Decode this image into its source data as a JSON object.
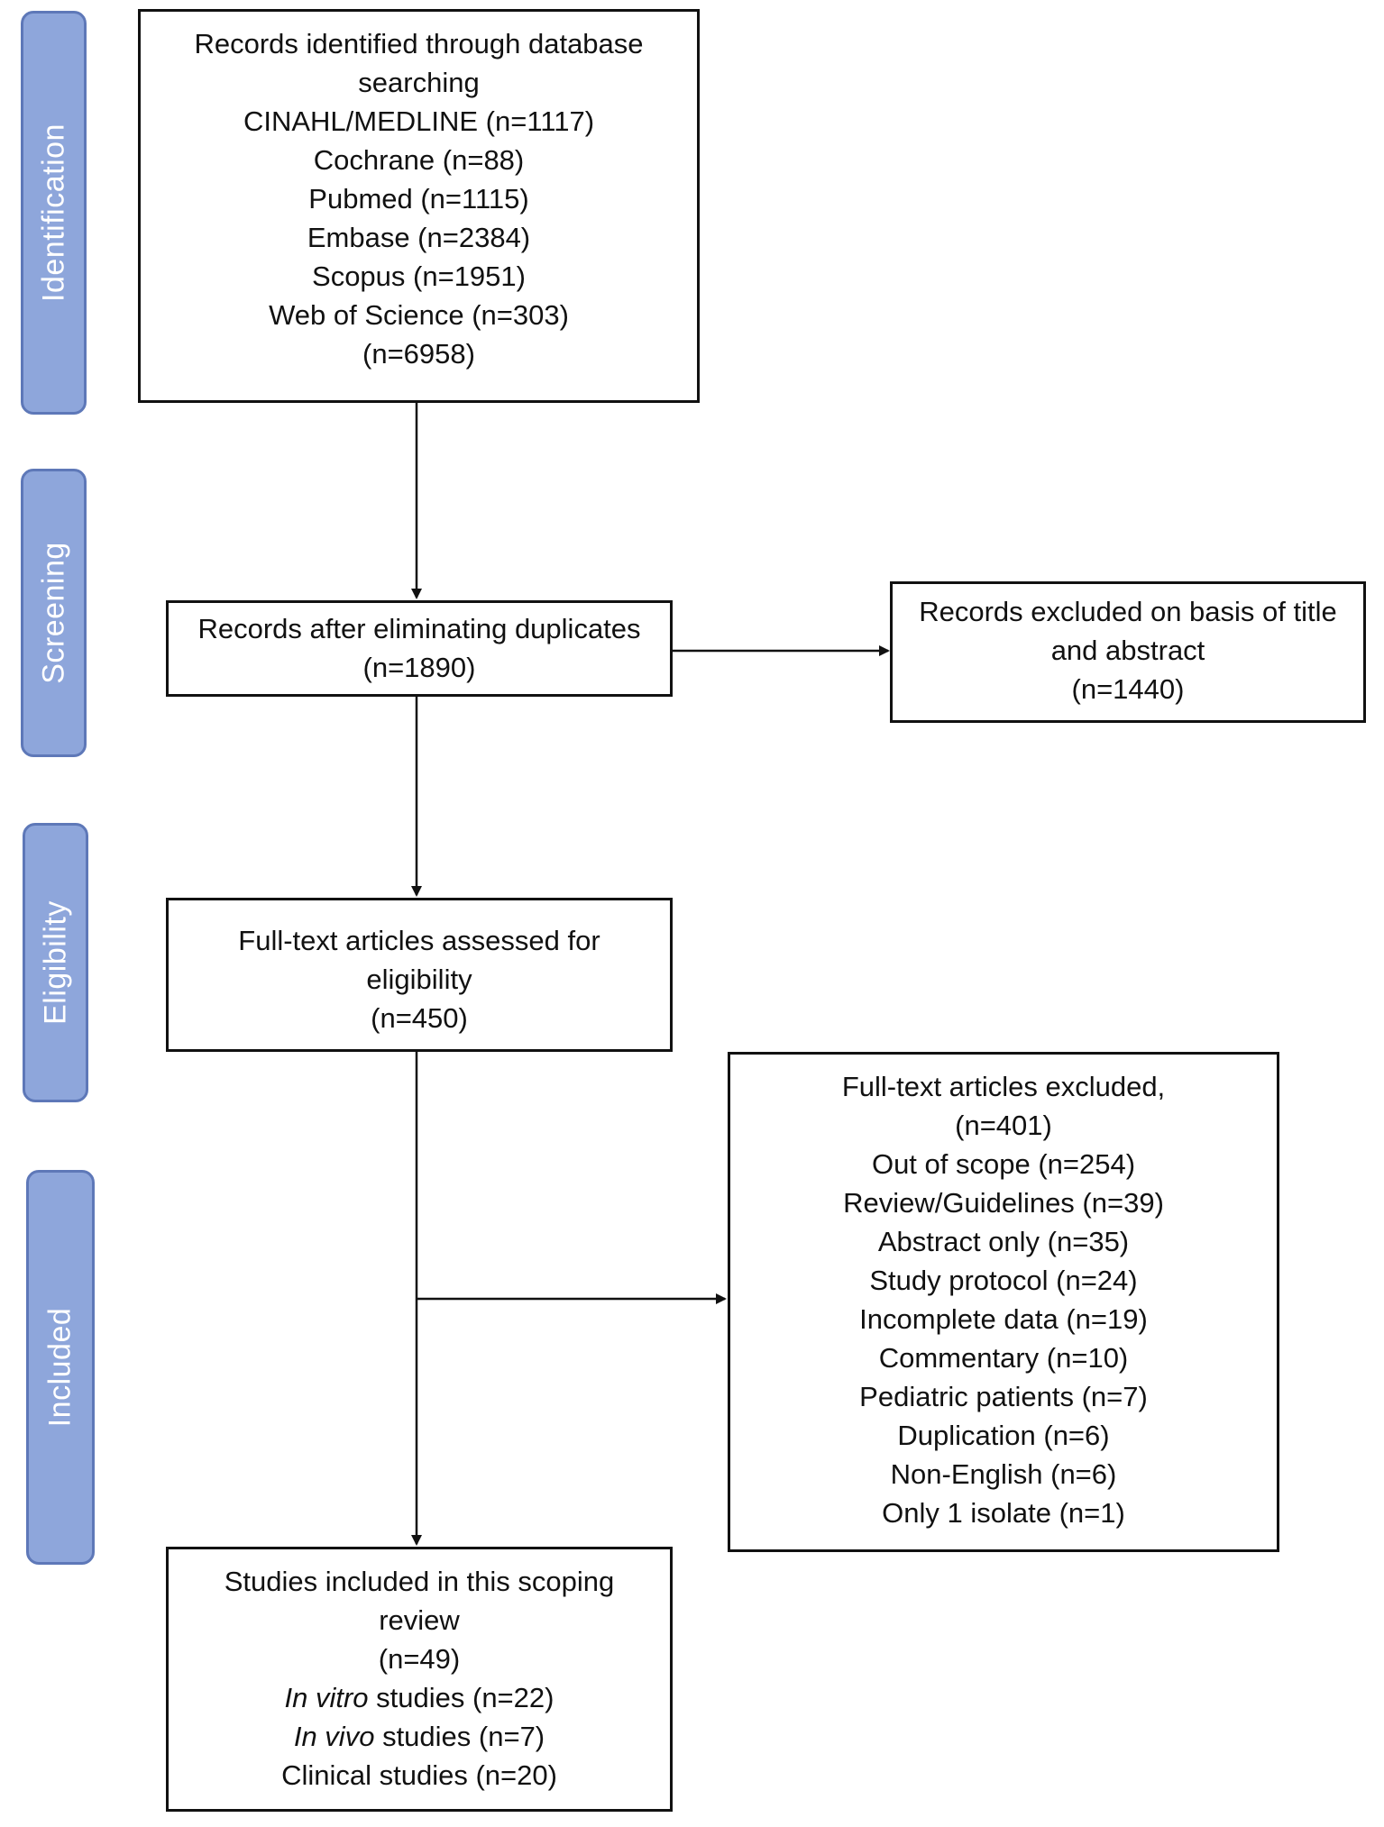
{
  "phases": {
    "identification": "Identification",
    "screening": "Screening",
    "eligibility": "Eligibility",
    "included": "Included"
  },
  "boxes": {
    "identified": {
      "lines": [
        "Records identified through database searching",
        "CINAHL/MEDLINE (n=1117)",
        "Cochrane (n=88)",
        "Pubmed (n=1115)",
        "Embase (n=2384)",
        "Scopus (n=1951)",
        "Web of Science (n=303)",
        "(n=6958)"
      ]
    },
    "after_duplicates": {
      "lines": [
        "Records after eliminating duplicates",
        "(n=1890)"
      ]
    },
    "excluded_title": {
      "lines": [
        "Records excluded on basis of title and abstract",
        "(n=1440)"
      ]
    },
    "full_text_assessed": {
      "lines": [
        "Full-text articles assessed for eligibility",
        "(n=450)"
      ]
    },
    "full_text_excluded": {
      "lines": [
        "Full-text articles excluded,",
        "(n=401)",
        "Out of scope (n=254)",
        "Review/Guidelines (n=39)",
        "Abstract only (n=35)",
        "Study protocol (n=24)",
        "Incomplete data (n=19)",
        "Commentary (n=10)",
        "Pediatric patients (n=7)",
        "Duplication (n=6)",
        "Non-English (n=6)",
        "Only 1 isolate (n=1)"
      ]
    },
    "included": {
      "title": "Studies included in this scoping review",
      "total": "(n=49)",
      "in_vitro_em": "In vitro",
      "in_vitro_rest": " studies (n=22)",
      "in_vivo_em": "In vivo",
      "in_vivo_rest": " studies (n=7)",
      "clinical": "Clinical studies (n=20)"
    }
  }
}
